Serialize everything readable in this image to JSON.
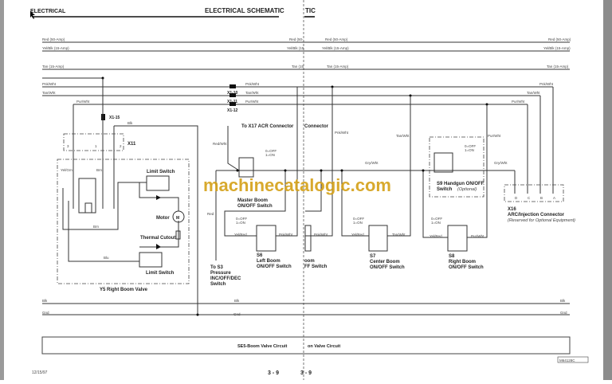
{
  "header": {
    "left": "ELECTRICAL",
    "title": "ELECTRICAL SCHEMATIC",
    "title_fragment": "TIC"
  },
  "buses": {
    "red_left": "Red (50-Amp)",
    "red_mid1": "Red (50-",
    "red_mid2": "Red (50-Amp)",
    "red_right": "Red (50-Amp)",
    "yel_left": "Yel/Blk (15-Amp)",
    "yel_mid1": "Yel/Blk (15",
    "yel_mid2": "Yel/Blk (15-Amp)",
    "yel_right": "Yel/Blk (15-Amp)",
    "tan_left": "Tan (15-Amp)",
    "tan_mid1": "Tan (15",
    "tan_mid2": "Tan (15-Amp)",
    "tan_right": "Tan (15-Amp)",
    "pnk": "Pnk/Wht",
    "tanwht": "Tan/Wht",
    "purwht": "Pur/Wht",
    "blk": "Blk",
    "gnd": "Gnd",
    "gry": "Gry/Wht",
    "red": "Red",
    "redwht": "Red/Wht",
    "yelgrn": "Yel/Grn",
    "brn": "Brn",
    "blu": "Blu",
    "yelred": "Yel/Red"
  },
  "connectors": {
    "x1_10": "X1-10",
    "x1_11": "X1-11",
    "x1_12": "X1-12",
    "x1_15": "X1-15",
    "x11": "X11",
    "x11_pins": [
      "3",
      "1",
      "2"
    ],
    "x17": "To X17 ACR Connector",
    "x17_fragment": "Connector"
  },
  "switch_legend": {
    "off": "0=OFF",
    "on": "1=ON",
    "zero": "0",
    "one": "1"
  },
  "components": {
    "limit_switch": "Limit Switch",
    "motor": "Motor",
    "motor_symbol": "M",
    "thermal": "Thermal Cutout",
    "y5": "Y5 Right Boom Valve",
    "master": [
      "Master Boom",
      "ON/OFF Switch"
    ],
    "s3": [
      "To S3",
      "Pressure",
      "INC/OFF/DEC",
      "Switch"
    ],
    "s6": [
      "S6",
      "Left Boom",
      "ON/OFF Switch"
    ],
    "s6_fragment": [
      "oom",
      "FF Switch"
    ],
    "s7": [
      "S7",
      "Center Boom",
      "ON/OFF Switch"
    ],
    "s8": [
      "S8",
      "Right Boom",
      "ON/OFF Switch"
    ],
    "s9": [
      "S9 Handgun ON/OFF",
      "Switch",
      "(Optional)"
    ],
    "x16": [
      "X16",
      "ARC/Injection Connector",
      "(Reserved for Optional Equipment)"
    ],
    "x16_pins": [
      "D",
      "C",
      "B",
      "A"
    ]
  },
  "footer": {
    "caption": "SE5-Boom Valve Circuit",
    "caption_fragment": "on Valve Circuit",
    "figure_id": "M64128C",
    "date": "12/15/97",
    "page_left": "3 - 9",
    "page_right": "3 - 9"
  },
  "watermark": "machinecatalogic.com"
}
